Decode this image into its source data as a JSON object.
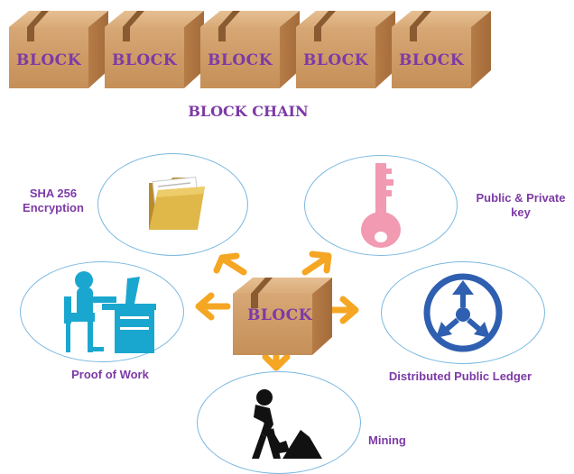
{
  "chain": {
    "blocks": [
      "BLOCK",
      "BLOCK",
      "BLOCK",
      "BLOCK",
      "BLOCK"
    ],
    "title": "BLOCK CHAIN"
  },
  "center": {
    "label": "BLOCK"
  },
  "features": {
    "sha": "SHA 256\nEncryption",
    "keys": "Public & Private\nkey",
    "pow": "Proof of Work",
    "ledger": "Distributed Public Ledger",
    "mining": "Mining"
  },
  "colors": {
    "label": "#7d3aa6",
    "box": "#c98f55",
    "arrow": "#f5a623",
    "ellipse_border": "#7ab8e0"
  },
  "icons": {
    "sha": "folder-icon",
    "keys": "key-icon",
    "pow": "worker-at-desk-icon",
    "ledger": "network-distribution-icon",
    "mining": "miner-digging-icon"
  }
}
